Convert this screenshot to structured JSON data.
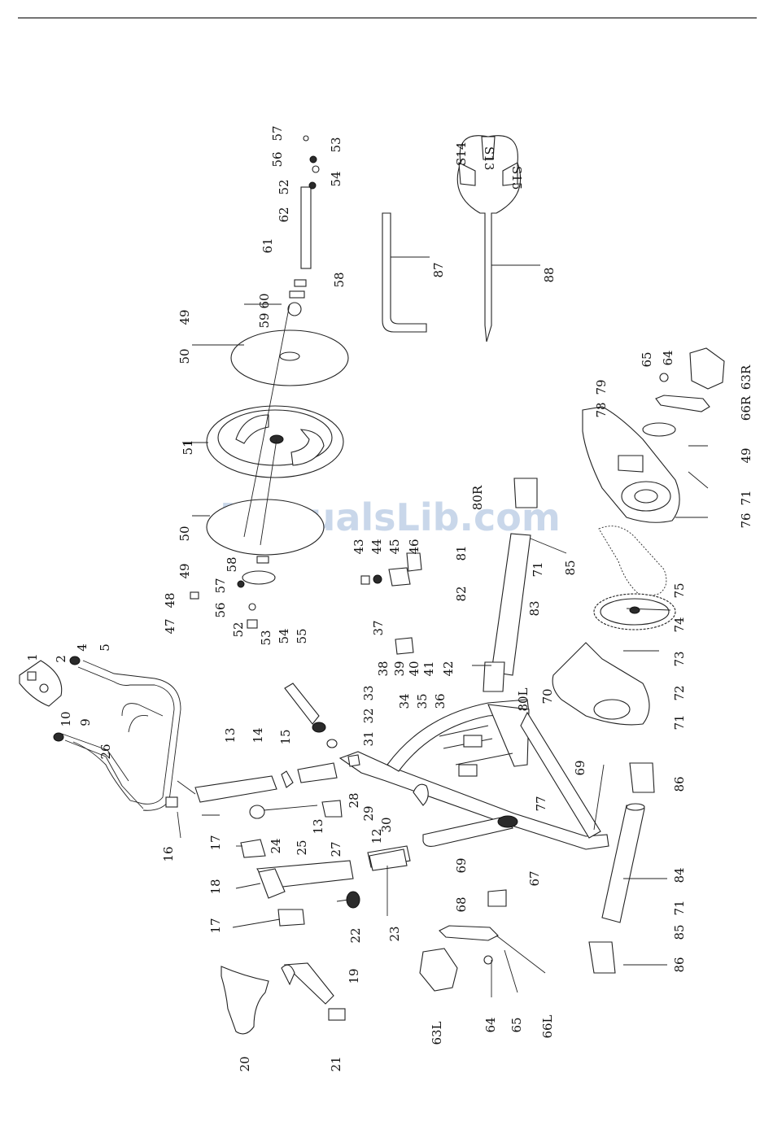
{
  "diagram": {
    "watermark": "ManualsLib.com",
    "wrench_sizes": [
      "S13",
      "S14",
      "S15"
    ],
    "labels": {
      "p1": "1",
      "p2": "2",
      "p4": "4",
      "p5": "5",
      "p9": "9",
      "p10": "10",
      "p12": "12",
      "p13a": "13",
      "p13b": "13",
      "p14": "14",
      "p15": "15",
      "p16": "16",
      "p17a": "17",
      "p17b": "17",
      "p18": "18",
      "p19": "19",
      "p20": "20",
      "p21": "21",
      "p22": "22",
      "p23": "23",
      "p24": "24",
      "p25": "25",
      "p26": "26",
      "p27": "27",
      "p28": "28",
      "p29": "29",
      "p30": "30",
      "p31": "31",
      "p32": "32",
      "p33": "33",
      "p34": "34",
      "p35": "35",
      "p36": "36",
      "p37": "37",
      "p38": "38",
      "p39": "39",
      "p40": "40",
      "p41": "41",
      "p42": "42",
      "p43": "43",
      "p44": "44",
      "p45": "45",
      "p46": "46",
      "p47": "47",
      "p48": "48",
      "p49a": "49",
      "p49b": "49",
      "p49c": "49",
      "p50a": "50",
      "p50b": "50",
      "p51": "51",
      "p52a": "52",
      "p52b": "52",
      "p53a": "53",
      "p53b": "53",
      "p54a": "54",
      "p54b": "54",
      "p55": "55",
      "p56a": "56",
      "p56b": "56",
      "p57a": "57",
      "p57b": "57",
      "p58a": "58",
      "p58b": "58",
      "p59": "59",
      "p60": "60",
      "p61": "61",
      "p62": "62",
      "p63L": "63L",
      "p63R": "63R",
      "p64a": "64",
      "p64b": "64",
      "p65a": "65",
      "p65b": "65",
      "p66L": "66L",
      "p66R": "66R",
      "p67": "67",
      "p68": "68",
      "p69a": "69",
      "p69b": "69",
      "p70": "70",
      "p71a": "71",
      "p71b": "71",
      "p71c": "71",
      "p71d": "71",
      "p72": "72",
      "p73": "73",
      "p74": "74",
      "p75": "75",
      "p76": "76",
      "p77": "77",
      "p78": "78",
      "p79": "79",
      "p80L": "80L",
      "p80R": "80R",
      "p81": "81",
      "p82": "82",
      "p83": "83",
      "p84": "84",
      "p85a": "85",
      "p85b": "85",
      "p86a": "86",
      "p86b": "86",
      "p87": "87",
      "p88": "88"
    }
  }
}
